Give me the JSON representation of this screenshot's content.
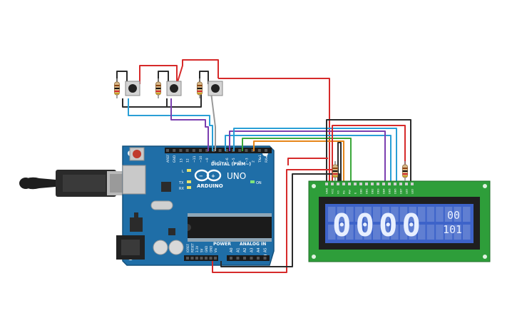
{
  "arduino": {
    "brand": "ARDUINO",
    "model": "UNO",
    "digital_label": "DIGITAL (PWM~)",
    "power_label": "POWER",
    "analog_label": "ANALOG IN",
    "on_label": "ON",
    "l_label": "L",
    "tx_label": "TX",
    "rx_label": "RX",
    "digital_pins": [
      "AREF",
      "GND",
      "13",
      "12",
      "~11",
      "~10",
      "~9",
      "8",
      "7",
      "~6",
      "~5",
      "4",
      "~3",
      "2",
      "TX▸1",
      "RX◂0"
    ],
    "power_pins": [
      "IOREF",
      "RESET",
      "3.3V",
      "5V",
      "GND",
      "GND",
      "Vin"
    ],
    "analog_pins": [
      "A0",
      "A1",
      "A2",
      "A3",
      "A4",
      "A5"
    ]
  },
  "lcd": {
    "big_digits": "0000",
    "small_line1": "00",
    "small_line2": "101",
    "pin_labels": [
      "GND",
      "VCC",
      "V0",
      "RS",
      "RW",
      "E",
      "DB0",
      "DB1",
      "DB2",
      "DB3",
      "DB4",
      "DB5",
      "DB6",
      "DB7",
      "LED",
      "LED"
    ]
  },
  "colors": {
    "board": "#1f6ea7",
    "lcd_screen": "#3d63c9",
    "lcd_pcb": "#2e9e3a",
    "wire_red": "#d62a2a",
    "wire_black": "#2b2b2b",
    "wire_blue": "#2a9fd6",
    "wire_purple": "#7b3fb0",
    "wire_orange": "#e6861a",
    "wire_green": "#3aa83a",
    "wire_gray": "#9a9a9a"
  }
}
